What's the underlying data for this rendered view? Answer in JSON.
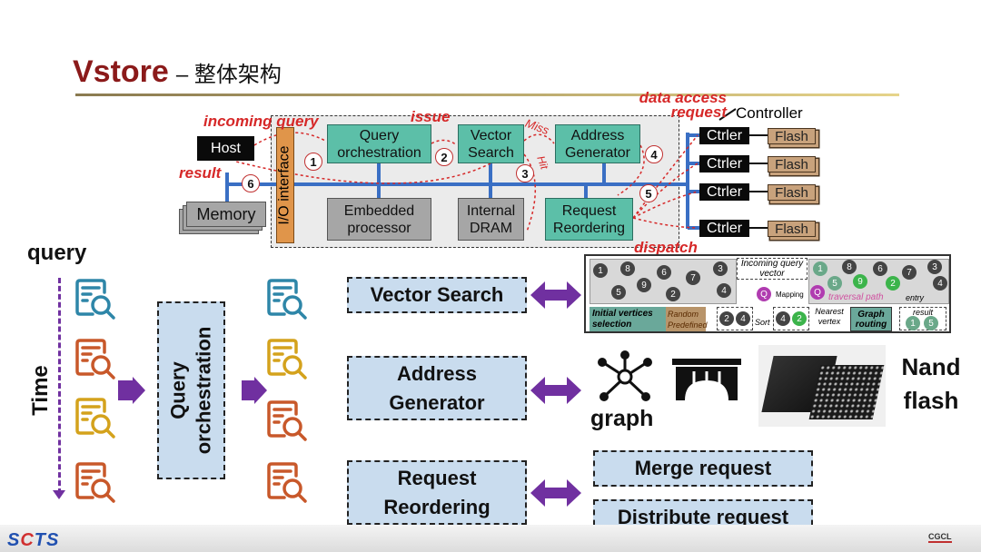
{
  "title": {
    "main": "Vstore",
    "sub": "– 整体架构"
  },
  "architecture": {
    "host": "Host",
    "memory": "Memory",
    "io_interface": "I/O interface",
    "query_orchestration": "Query orchestration",
    "vector_search": "Vector Search",
    "address_generator": "Address Generator",
    "embedded_processor": "Embedded processor",
    "internal_dram": "Internal DRAM",
    "request_reordering": "Request Reordering",
    "controller_label": "Controller",
    "ctrler": "Ctrler",
    "flash": "Flash",
    "annotations": {
      "incoming_query": "incoming query",
      "issue": "issue",
      "miss": "Miss",
      "hit": "Hit",
      "data_access_request": "data access request",
      "dispatch": "dispatch",
      "result": "result"
    },
    "steps": [
      "1",
      "2",
      "3",
      "4",
      "5",
      "6"
    ]
  },
  "left": {
    "query": "query",
    "time": "Time",
    "orchestration": "Query orchestration",
    "input_icon_colors": [
      "#2e86a8",
      "#c8582a",
      "#d4a21c",
      "#c8582a"
    ],
    "output_icon_colors": [
      "#2e86a8",
      "#d4a21c",
      "#c8582a",
      "#c8582a"
    ]
  },
  "modules": {
    "vector_search": "Vector Search",
    "address_generator": "Address Generator",
    "request_reordering": "Request Reordering",
    "merge_request": "Merge request",
    "distribute_request": "Distribute request"
  },
  "graph_panel": {
    "incoming": "Incoming query vector",
    "mapping": "Mapping",
    "traversal": "traversal path",
    "entry": "entry",
    "initial": "Initial vertices selection",
    "random": "Random",
    "predefined": "Predefined",
    "sort": "Sort",
    "nearest": "Nearest vertex",
    "routing": "Graph routing",
    "result": "result",
    "q": "Q",
    "left_nodes": [
      "1",
      "8",
      "6",
      "7",
      "3",
      "5",
      "9",
      "2",
      "4"
    ],
    "right_nodes": [
      "1",
      "8",
      "6",
      "7",
      "3",
      "5",
      "9",
      "2",
      "4"
    ],
    "candidates": [
      "2",
      "4"
    ],
    "sorted": [
      "4",
      "2"
    ],
    "results": [
      "1",
      "5"
    ]
  },
  "right": {
    "graph": "graph",
    "nand": "Nand flash"
  },
  "footer": {
    "left_logo": "SCTS",
    "right_logo": "CGCL"
  },
  "colors": {
    "title": "#8b1a1a",
    "teal": "#5cbfa8",
    "bus": "#3a6fc4",
    "arrow": "#7030a0",
    "box": "#c9dcee"
  }
}
